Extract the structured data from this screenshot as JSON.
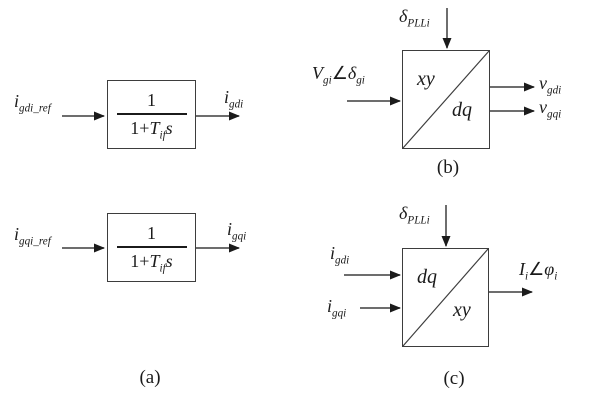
{
  "figure": {
    "colors": {
      "line": "#3d3d3d",
      "text": "#1b1b1b",
      "background": "#ffffff"
    },
    "captions": {
      "a": "(a)",
      "b": "(b)",
      "c": "(c)"
    },
    "filter_d": {
      "input": [
        {
          "t": "i"
        },
        {
          "t": "gdi_ref",
          "sub": true
        }
      ],
      "output": [
        {
          "t": "i"
        },
        {
          "t": "gdi",
          "sub": true
        }
      ],
      "tf_numerator": [
        {
          "t": "1",
          "up": true
        }
      ],
      "tf_denominator": [
        {
          "t": "1+",
          "up": true
        },
        {
          "t": "T"
        },
        {
          "t": "if",
          "sub": true
        },
        {
          "t": "s"
        }
      ]
    },
    "filter_q": {
      "input": [
        {
          "t": "i"
        },
        {
          "t": "gqi_ref",
          "sub": true
        }
      ],
      "output": [
        {
          "t": "i"
        },
        {
          "t": "gqi",
          "sub": true
        }
      ],
      "tf_numerator": [
        {
          "t": "1",
          "up": true
        }
      ],
      "tf_denominator": [
        {
          "t": "1+",
          "up": true
        },
        {
          "t": "T"
        },
        {
          "t": "if",
          "sub": true
        },
        {
          "t": "s"
        }
      ]
    },
    "xy2dq": {
      "top_input": [
        {
          "t": "δ"
        },
        {
          "t": "PLLi",
          "sub": true
        }
      ],
      "left_input": [
        {
          "t": "V"
        },
        {
          "t": "gi",
          "sub": true
        },
        {
          "t": "∠",
          "up": true
        },
        {
          "t": "δ"
        },
        {
          "t": "gi",
          "sub": true
        }
      ],
      "label_top_left": [
        {
          "t": "xy"
        }
      ],
      "label_bottom_right": [
        {
          "t": "dq"
        }
      ],
      "output_top": [
        {
          "t": "v"
        },
        {
          "t": "gdi",
          "sub": true
        }
      ],
      "output_bottom": [
        {
          "t": "v"
        },
        {
          "t": "gqi",
          "sub": true
        }
      ]
    },
    "dq2xy": {
      "top_input": [
        {
          "t": "δ"
        },
        {
          "t": "PLLi",
          "sub": true
        }
      ],
      "input_top": [
        {
          "t": "i"
        },
        {
          "t": "gdi",
          "sub": true
        }
      ],
      "input_bottom": [
        {
          "t": "i"
        },
        {
          "t": "gqi",
          "sub": true
        }
      ],
      "label_top_left": [
        {
          "t": "dq"
        }
      ],
      "label_bottom_right": [
        {
          "t": "xy"
        }
      ],
      "output": [
        {
          "t": "I"
        },
        {
          "t": "i",
          "sub": true
        },
        {
          "t": "∠",
          "up": true
        },
        {
          "t": "φ"
        },
        {
          "t": "i",
          "sub": true
        }
      ]
    }
  }
}
